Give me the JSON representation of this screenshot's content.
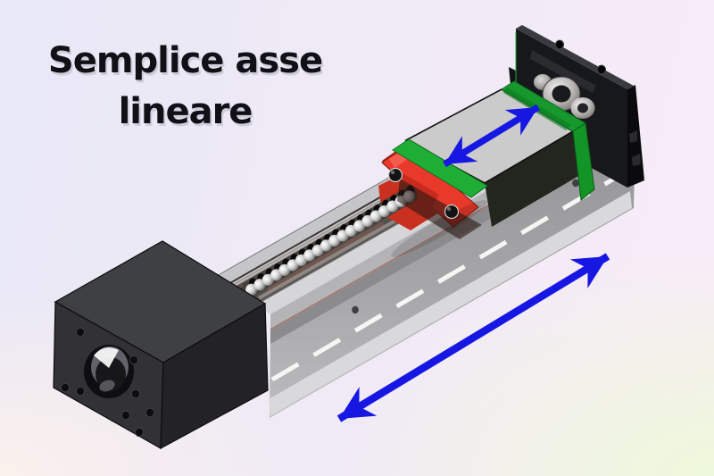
{
  "title": {
    "line1": "Semplice asse",
    "line2": "lineare"
  },
  "icons": {
    "carriage_motion_arrow": "double-headed-arrow",
    "travel_motion_arrow": "double-headed-arrow"
  },
  "colors": {
    "arrow_blue": "#1717e3",
    "carriage_green": "#1fae35",
    "carriage_green_dark": "#12862a",
    "nut_red": "#e8392b",
    "nut_red_dark": "#a32417",
    "rail_gray": "#9c9c9e",
    "rail_light": "#d6d6d8",
    "block_dark": "#323236",
    "plate_black": "#17181b",
    "carriage_plate_gray": "#cbcbcb",
    "title_text": "#101016",
    "bg_top_left": "#e9e9f7",
    "bg_top_right": "#f8ecf8",
    "bg_bottom_left": "#faf0ee",
    "bg_bottom_right": "#f2f9e6"
  }
}
